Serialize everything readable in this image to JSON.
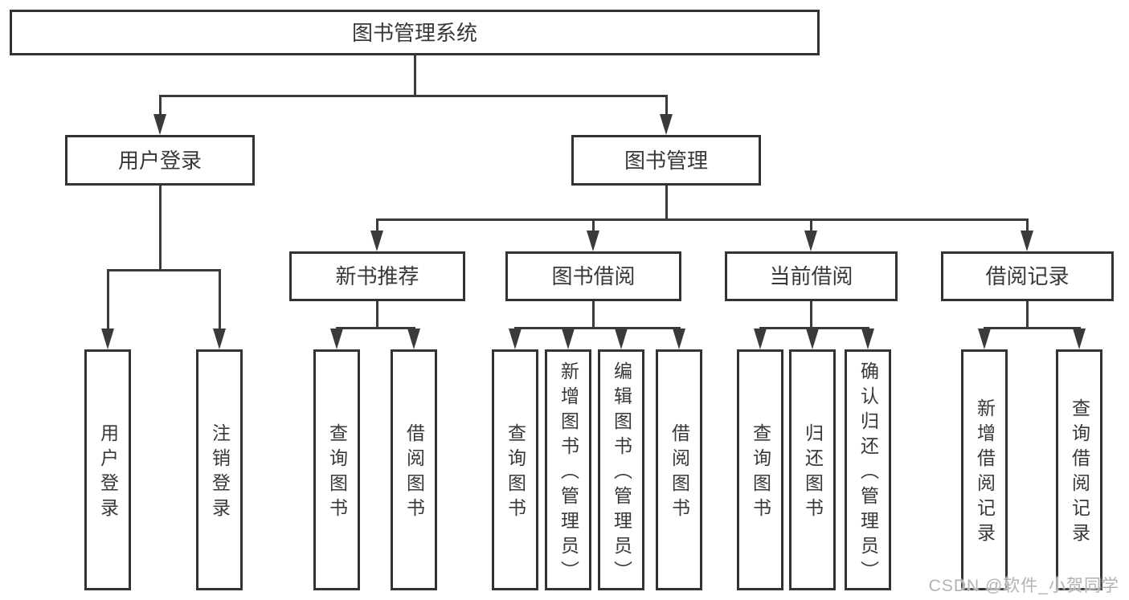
{
  "diagram": {
    "title_node": "图书管理系统",
    "nodes": {
      "root": "图书管理系统",
      "login": "用户登录",
      "mgmt": "图书管理",
      "recommend": "新书推荐",
      "borrow": "图书借阅",
      "current": "当前借阅",
      "records": "借阅记录"
    },
    "leaves": {
      "login": [
        "用户登录",
        "注销登录"
      ],
      "recommend": [
        "查询图书",
        "借阅图书"
      ],
      "borrow": [
        "查询图书",
        "新增图书（管理员）",
        "编辑图书（管理员）",
        "借阅图书"
      ],
      "current": [
        "查询图书",
        "归还图书",
        "确认归还（管理员）"
      ],
      "records": [
        "新增借阅记录",
        "查询借阅记录"
      ]
    }
  },
  "colors": {
    "line": "#3a3a3a",
    "border": "#333333",
    "fill": "#ffffff",
    "text": "#383838",
    "watermark": "#b3b3b3"
  },
  "watermark": {
    "text": "CSDN @软件_小贺同学"
  }
}
